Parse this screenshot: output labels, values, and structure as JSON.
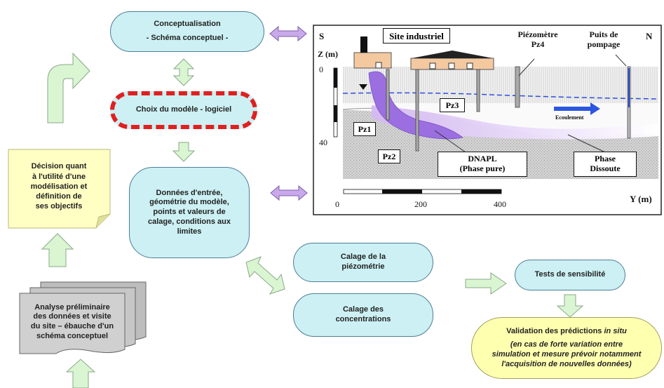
{
  "nodes": {
    "conceptualisation_1": "Conceptualisation",
    "conceptualisation_2": "- Schéma conceptuel -",
    "choix": "Choix du modèle - logiciel",
    "donnees_lines": [
      "Données d'entrée,",
      "géométrie du modèle,",
      "points et valeurs de",
      "calage, conditions aux",
      "limites"
    ],
    "decision_lines": [
      "Décision quant",
      "à l'utilité d'une",
      "modélisation et",
      "définition de",
      "ses objectifs"
    ],
    "analyse_lines": [
      "Analyse préliminaire",
      "des données et visite",
      "du site – ébauche d'un",
      "schéma conceptuel"
    ],
    "calage_piezo_lines": [
      "Calage de la",
      "piézométrie"
    ],
    "calage_conc_lines": [
      "Calage des",
      "concentrations"
    ],
    "tests": "Tests de sensibilité",
    "validation_title": "Validation des prédictions ",
    "validation_title_italic": "in situ",
    "validation_note_lines": [
      "(en cas de forte variation entre",
      "simulation et mesure prévoir notamment",
      "l'acquisition de nouvelles données)"
    ]
  },
  "diagram": {
    "s": "S",
    "n": "N",
    "site": "Site industriel",
    "piezo_lines": [
      "Piézomètre",
      "Pz4"
    ],
    "puits_lines": [
      "Puits de",
      "pompage"
    ],
    "z_axis": "Z (m)",
    "z0": "0",
    "z40": "40",
    "pz1": "Pz1",
    "pz2": "Pz2",
    "pz3": "Pz3",
    "ecoulement": "Ecoulement",
    "dnapl_lines": [
      "DNAPL",
      "(Phase pure)"
    ],
    "phase_lines": [
      "Phase",
      "Dissoute"
    ],
    "x0": "0",
    "x200": "200",
    "x400": "400",
    "y_axis": "Y (m)"
  }
}
